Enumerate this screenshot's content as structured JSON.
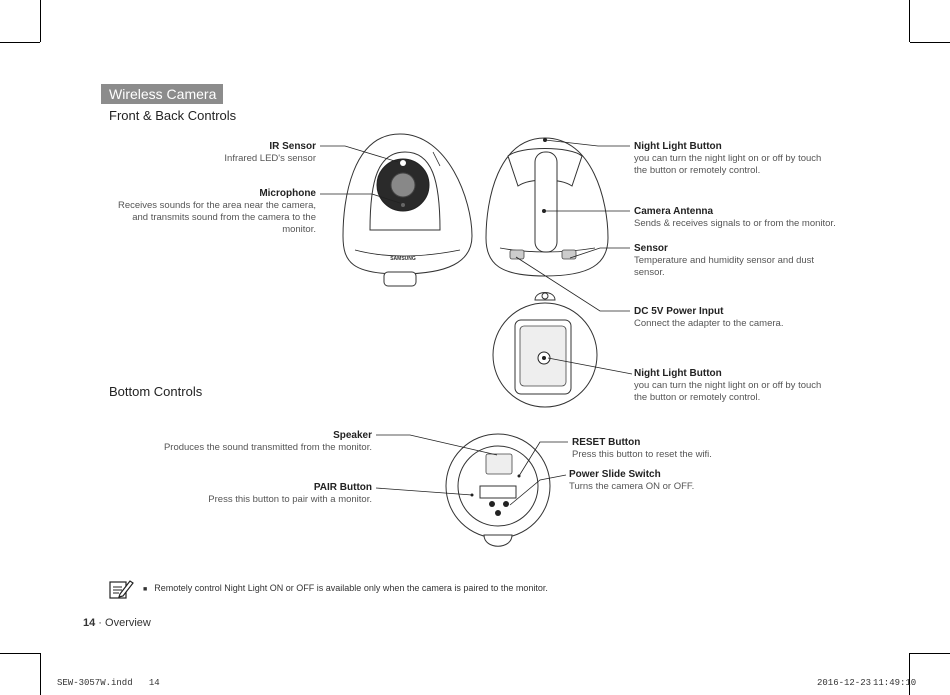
{
  "header": {
    "section_label": "Wireless Camera",
    "front_back_title": "Front & Back Controls",
    "bottom_title": "Bottom Controls"
  },
  "front_labels": {
    "ir_sensor": {
      "title": "IR Sensor",
      "desc": "Infrared LED's sensor"
    },
    "microphone": {
      "title": "Microphone",
      "desc": "Receives sounds for the area near the camera, and transmits sound from the camera to the monitor."
    }
  },
  "camera_logo": "SAMSUNG",
  "back_labels": {
    "night_light_button": {
      "title": "Night Light Button",
      "desc": "you can turn the night light on or off by touch the button or remotely control."
    },
    "camera_antenna": {
      "title": "Camera Antenna",
      "desc": "Sends & receives signals to or from the monitor."
    },
    "sensor": {
      "title": "Sensor",
      "desc": "Temperature and humidity sensor and  dust sensor."
    },
    "dc_power": {
      "title": "DC 5V Power Input",
      "desc": "Connect the adapter to the camera."
    },
    "night_light_button_2": {
      "title": "Night Light Button",
      "desc": "you can turn the night light on or off by touch the button or remotely control."
    }
  },
  "bottom_labels": {
    "speaker": {
      "title": "Speaker",
      "desc": "Produces the sound transmitted from the monitor."
    },
    "pair_button": {
      "title": "PAIR Button",
      "desc": "Press this button to pair with a monitor."
    },
    "reset_button": {
      "title": "RESET Button",
      "desc": "Press this button to reset the wifi."
    },
    "power_switch": {
      "title": "Power Slide Switch",
      "desc": "Turns the camera ON or OFF."
    }
  },
  "note": {
    "bullet": "■",
    "text": "Remotely control Night Light ON or OFF is available only when the camera is paired to the monitor."
  },
  "page": {
    "number": "14",
    "section": " · Overview"
  },
  "footer": {
    "file": "SEW-3057W.indd   14",
    "date": "2016-12-23",
    "time": "11:49:10"
  }
}
